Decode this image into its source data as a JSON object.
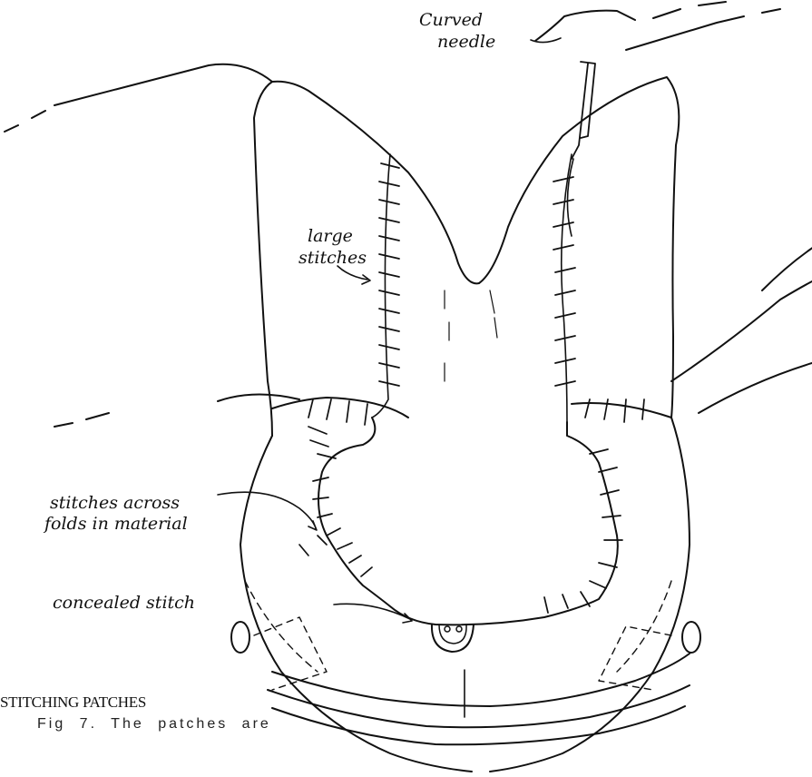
{
  "labels": {
    "curved_needle_line1": "Curved",
    "curved_needle_line2": "needle",
    "large_stitches_line1": "large",
    "large_stitches_line2": "stitches",
    "stitches_across_line1": "stitches across",
    "stitches_across_line2": "folds in material",
    "concealed_stitch": "concealed stitch"
  },
  "heading": "STITCHING PATCHES",
  "caption": "Fig 7. The patches are"
}
